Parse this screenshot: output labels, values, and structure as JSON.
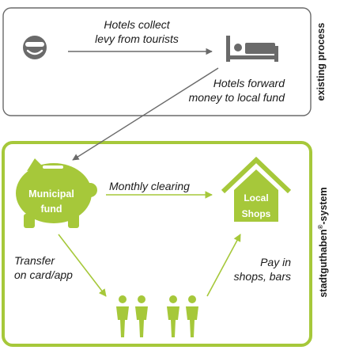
{
  "existing_process": {
    "side_label": "existing process",
    "hotels_collect": [
      "Hotels collect",
      "levy from tourists"
    ],
    "hotels_forward": [
      "Hotels forward",
      "money to local fund"
    ]
  },
  "stadtguthaben": {
    "side_label_main": "stadtguthaben",
    "side_label_sup": "®",
    "side_label_suffix": "-system",
    "municipal_fund": [
      "Municipal",
      "fund"
    ],
    "monthly_clearing": "Monthly clearing",
    "local_shops": [
      "Local",
      "Shops"
    ],
    "transfer": [
      "Transfer",
      "on card/app"
    ],
    "pay_in": [
      "Pay in",
      "shops, bars"
    ]
  },
  "icons": [
    "tourist-face-icon",
    "hotel-bed-icon",
    "piggy-bank-icon",
    "shop-house-icon",
    "people-icon"
  ],
  "colors": {
    "green": "#a6c83a",
    "gray": "#6a6a6a",
    "dark": "#1a1a1a"
  }
}
